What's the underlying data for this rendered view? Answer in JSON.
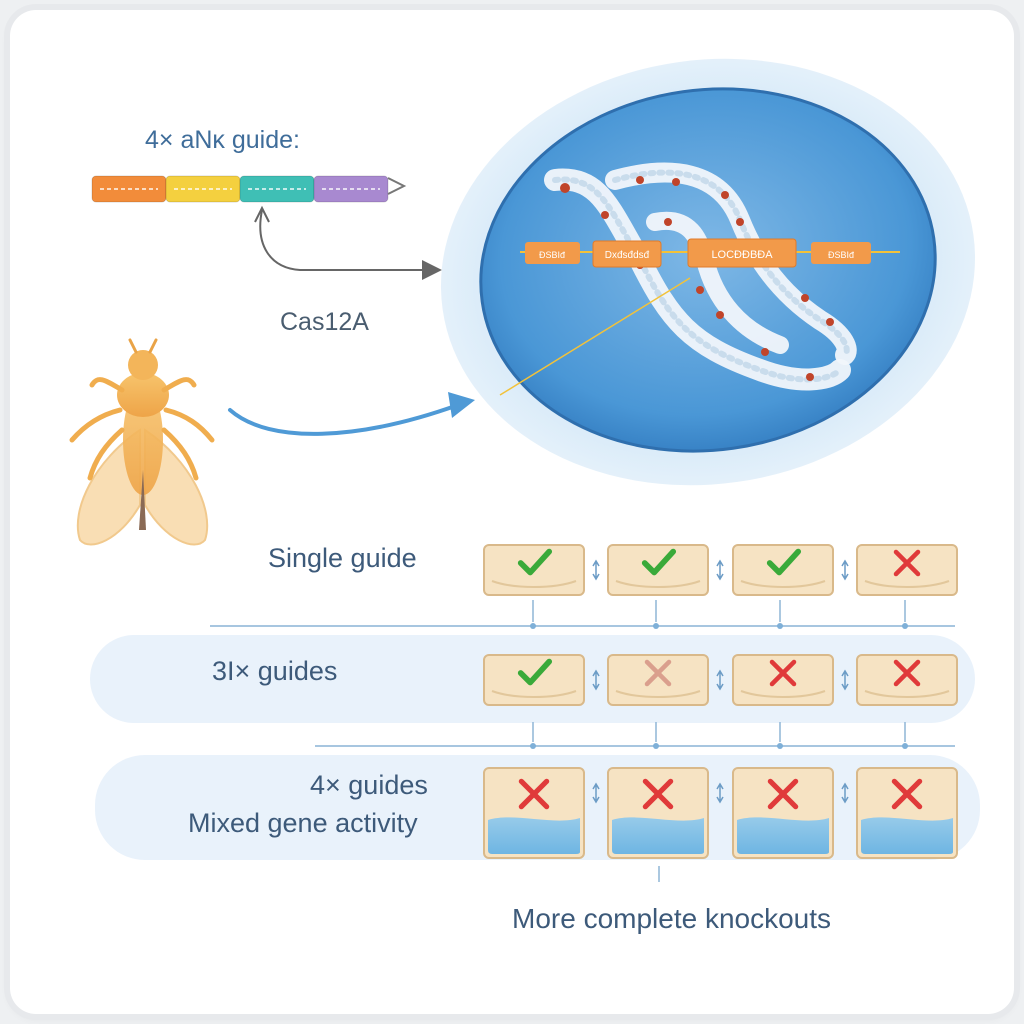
{
  "texts": {
    "guide_array_title": "4× aNĸ guide:",
    "cas_label": "Cas12A",
    "row1_label": "Single guide",
    "row2_label": "3I× guides",
    "row3_label_1": "4× guides",
    "row3_label_2": "Mixed gene activity",
    "footer": "More complete knockouts"
  },
  "guide_array": {
    "segment_colors": [
      "#f28c3a",
      "#f4d03f",
      "#3fbfb5",
      "#a889d0"
    ]
  },
  "chromosome_tags": [
    "ĐSBIđ",
    "Dxđsđdsđ",
    "LOCĐĐBĐA",
    "ĐSBIđ"
  ],
  "rows": [
    {
      "id": "single-guide",
      "outcomes": [
        "check",
        "check",
        "check",
        "cross"
      ]
    },
    {
      "id": "three-guides",
      "outcomes": [
        "check",
        "cross-faded",
        "cross",
        "cross"
      ]
    },
    {
      "id": "four-guides",
      "outcomes": [
        "cross",
        "cross",
        "cross",
        "cross"
      ]
    }
  ],
  "colors": {
    "text": "#3d5a7a",
    "check": "#3aaa3a",
    "cross": "#e03a3a",
    "tile_fill": "#f6e3c3",
    "tile_stroke": "#d9b98a",
    "nucleus": "#4a97d6",
    "tag": "#f29a4a",
    "fly": "#f5b85c"
  },
  "icons": [
    "fruit-fly-icon",
    "nucleus-icon",
    "check-icon",
    "cross-icon",
    "arrow-icon"
  ]
}
